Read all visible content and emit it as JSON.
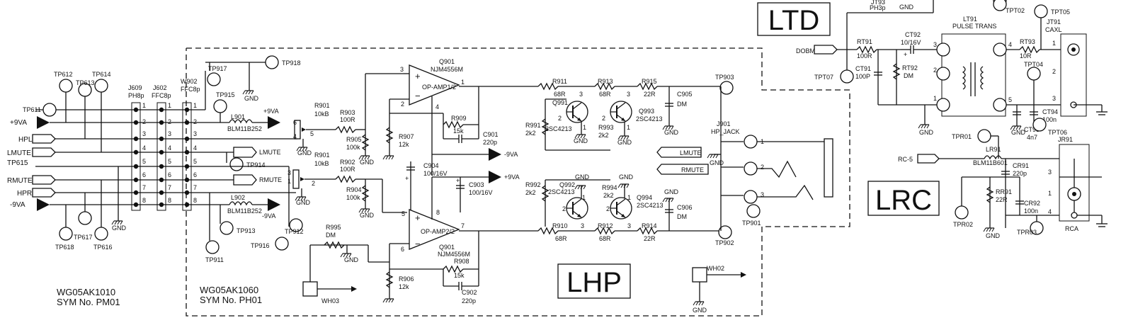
{
  "blocks": {
    "ltd": "LTD",
    "lhp": "LHP",
    "lrc": "LRC"
  },
  "boards": {
    "pm01_board": "WG05AK1010",
    "pm01_sym": "SYM No. PM01",
    "ph01_board": "WG05AK1060",
    "ph01_sym": "SYM No. PH01"
  },
  "left_signals": [
    "+9VA",
    "HPL",
    "LMUTE",
    "TP615",
    "RMUTE",
    "HPR",
    "-9VA"
  ],
  "testpoints": {
    "tp611": "TP611",
    "tp612": "TP612",
    "tp613": "TP613",
    "tp614": "TP614",
    "tp616": "TP616",
    "tp617": "TP617",
    "tp618": "TP618",
    "tp911": "TP911",
    "tp912": "TP912",
    "tp913": "TP913",
    "tp914": "TP914",
    "tp915": "TP915",
    "tp916": "TP916",
    "tp917": "TP917",
    "tp918": "TP918",
    "tp901": "TP901",
    "tp902": "TP902",
    "tp903": "TP903",
    "tpt02": "TPT02",
    "tpt04": "TPT04",
    "tpt05": "TPT05",
    "tpt06": "TPT06",
    "tpt07": "TPT07",
    "tpr01": "TPR01",
    "tpr02": "TPR02",
    "tpr03": "TPR03"
  },
  "connectors": {
    "j609": "J609",
    "j609_type": "PH8p",
    "j602": "J602",
    "j602_type": "FFC8p",
    "w902": "W902",
    "w902_type": "FFC8p",
    "j901": "J901",
    "j901_type": "HP_JACK",
    "jt93": "JT93",
    "jt93_type": "PH3p",
    "jt91": "JT91",
    "jt91_type": "CAXL",
    "jr91": "JR91",
    "jr91_type": "RCA",
    "pins": [
      "1",
      "2",
      "3",
      "4",
      "5",
      "6",
      "7",
      "8"
    ]
  },
  "nets": {
    "gnd": "GND",
    "p9va": "+9VA",
    "m9va": "-9VA",
    "lmute": "LMUTE",
    "rmute": "RMUTE",
    "dobm": "DOBM",
    "rc5": "RC-5",
    "wh02": "WH02",
    "wh03": "WH03"
  },
  "parts": {
    "l901": "L901",
    "l901_val": "BLM11B252",
    "l902": "L902",
    "l902_val": "BLM11B252",
    "r901": "R901",
    "r901_val": "10kB",
    "r901b": "R901",
    "r901b_val": "10kB",
    "r902": "R902",
    "r902_val": "100R",
    "r903": "R903",
    "r903_val": "100R",
    "r904": "R904",
    "r904_val": "100k",
    "r905": "R905",
    "r905_val": "100k",
    "r906": "R906",
    "r906_val": "12k",
    "r907": "R907",
    "r907_val": "12k",
    "r908": "R908",
    "r908_val": "15k",
    "r909": "R909",
    "r909_val": "15k",
    "r910": "R910",
    "r910_val": "68R",
    "r911": "R911",
    "r911_val": "68R",
    "r912": "R912",
    "r912_val": "68R",
    "r913": "R913",
    "r913_val": "68R",
    "r914": "R914",
    "r914_val": "22R",
    "r915": "R915",
    "r915_val": "22R",
    "r991": "R991",
    "r991_val": "2k2",
    "r992": "R992",
    "r992_val": "2k2",
    "r993": "R993",
    "r993_val": "2k2",
    "r994": "R994",
    "r994_val": "2k2",
    "r995": "R995",
    "r995_val": "DM",
    "c901": "C901",
    "c901_val": "220p",
    "c902": "C902",
    "c902_val": "220p",
    "c903": "C903",
    "c903_val": "100/16V",
    "c904": "C904",
    "c904_val": "100/16V",
    "c905": "C905",
    "c905_val": "DM",
    "c906": "C906",
    "c906_val": "DM",
    "q901a": "Q901",
    "q901a_val": "NJM4556M",
    "q901a_func": "OP-AMP1/2",
    "q901b": "Q901",
    "q901b_val": "NJM4556M",
    "q901b_func": "OP-AMP2/2",
    "q991": "Q991",
    "q991_val": "2SC4213",
    "q992": "Q992",
    "q992_val": "2SC4213",
    "q993": "Q993",
    "q993_val": "2SC4213",
    "q994": "Q994",
    "q994_val": "2SC4213",
    "rt91": "RT91",
    "rt91_val": "100R",
    "rt92": "RT92",
    "rt92_val": "DM",
    "rt93": "RT93",
    "rt93_val": "10R",
    "ct91": "CT91",
    "ct91_val": "100P",
    "ct92": "CT92",
    "ct92_val": "10/16V",
    "ct93": "CT93",
    "ct93_val": "4n7",
    "ct94": "CT94",
    "ct94_val": "100n",
    "lt91": "LT91",
    "lt91_val": "PULSE TRANS",
    "lr91": "LR91",
    "lr91_val": "BLM11B601",
    "cr91": "CR91",
    "cr91_val": "220p",
    "cr92": "CR92",
    "cr92_val": "100n",
    "rr91": "RR91",
    "rr91_val": "22R"
  },
  "pin_marks": {
    "plus": "+",
    "minus": "−",
    "n1": "1",
    "n2": "2",
    "n3": "3",
    "n4": "4",
    "n5": "5",
    "n6": "6",
    "n7": "7",
    "n8": "8"
  }
}
